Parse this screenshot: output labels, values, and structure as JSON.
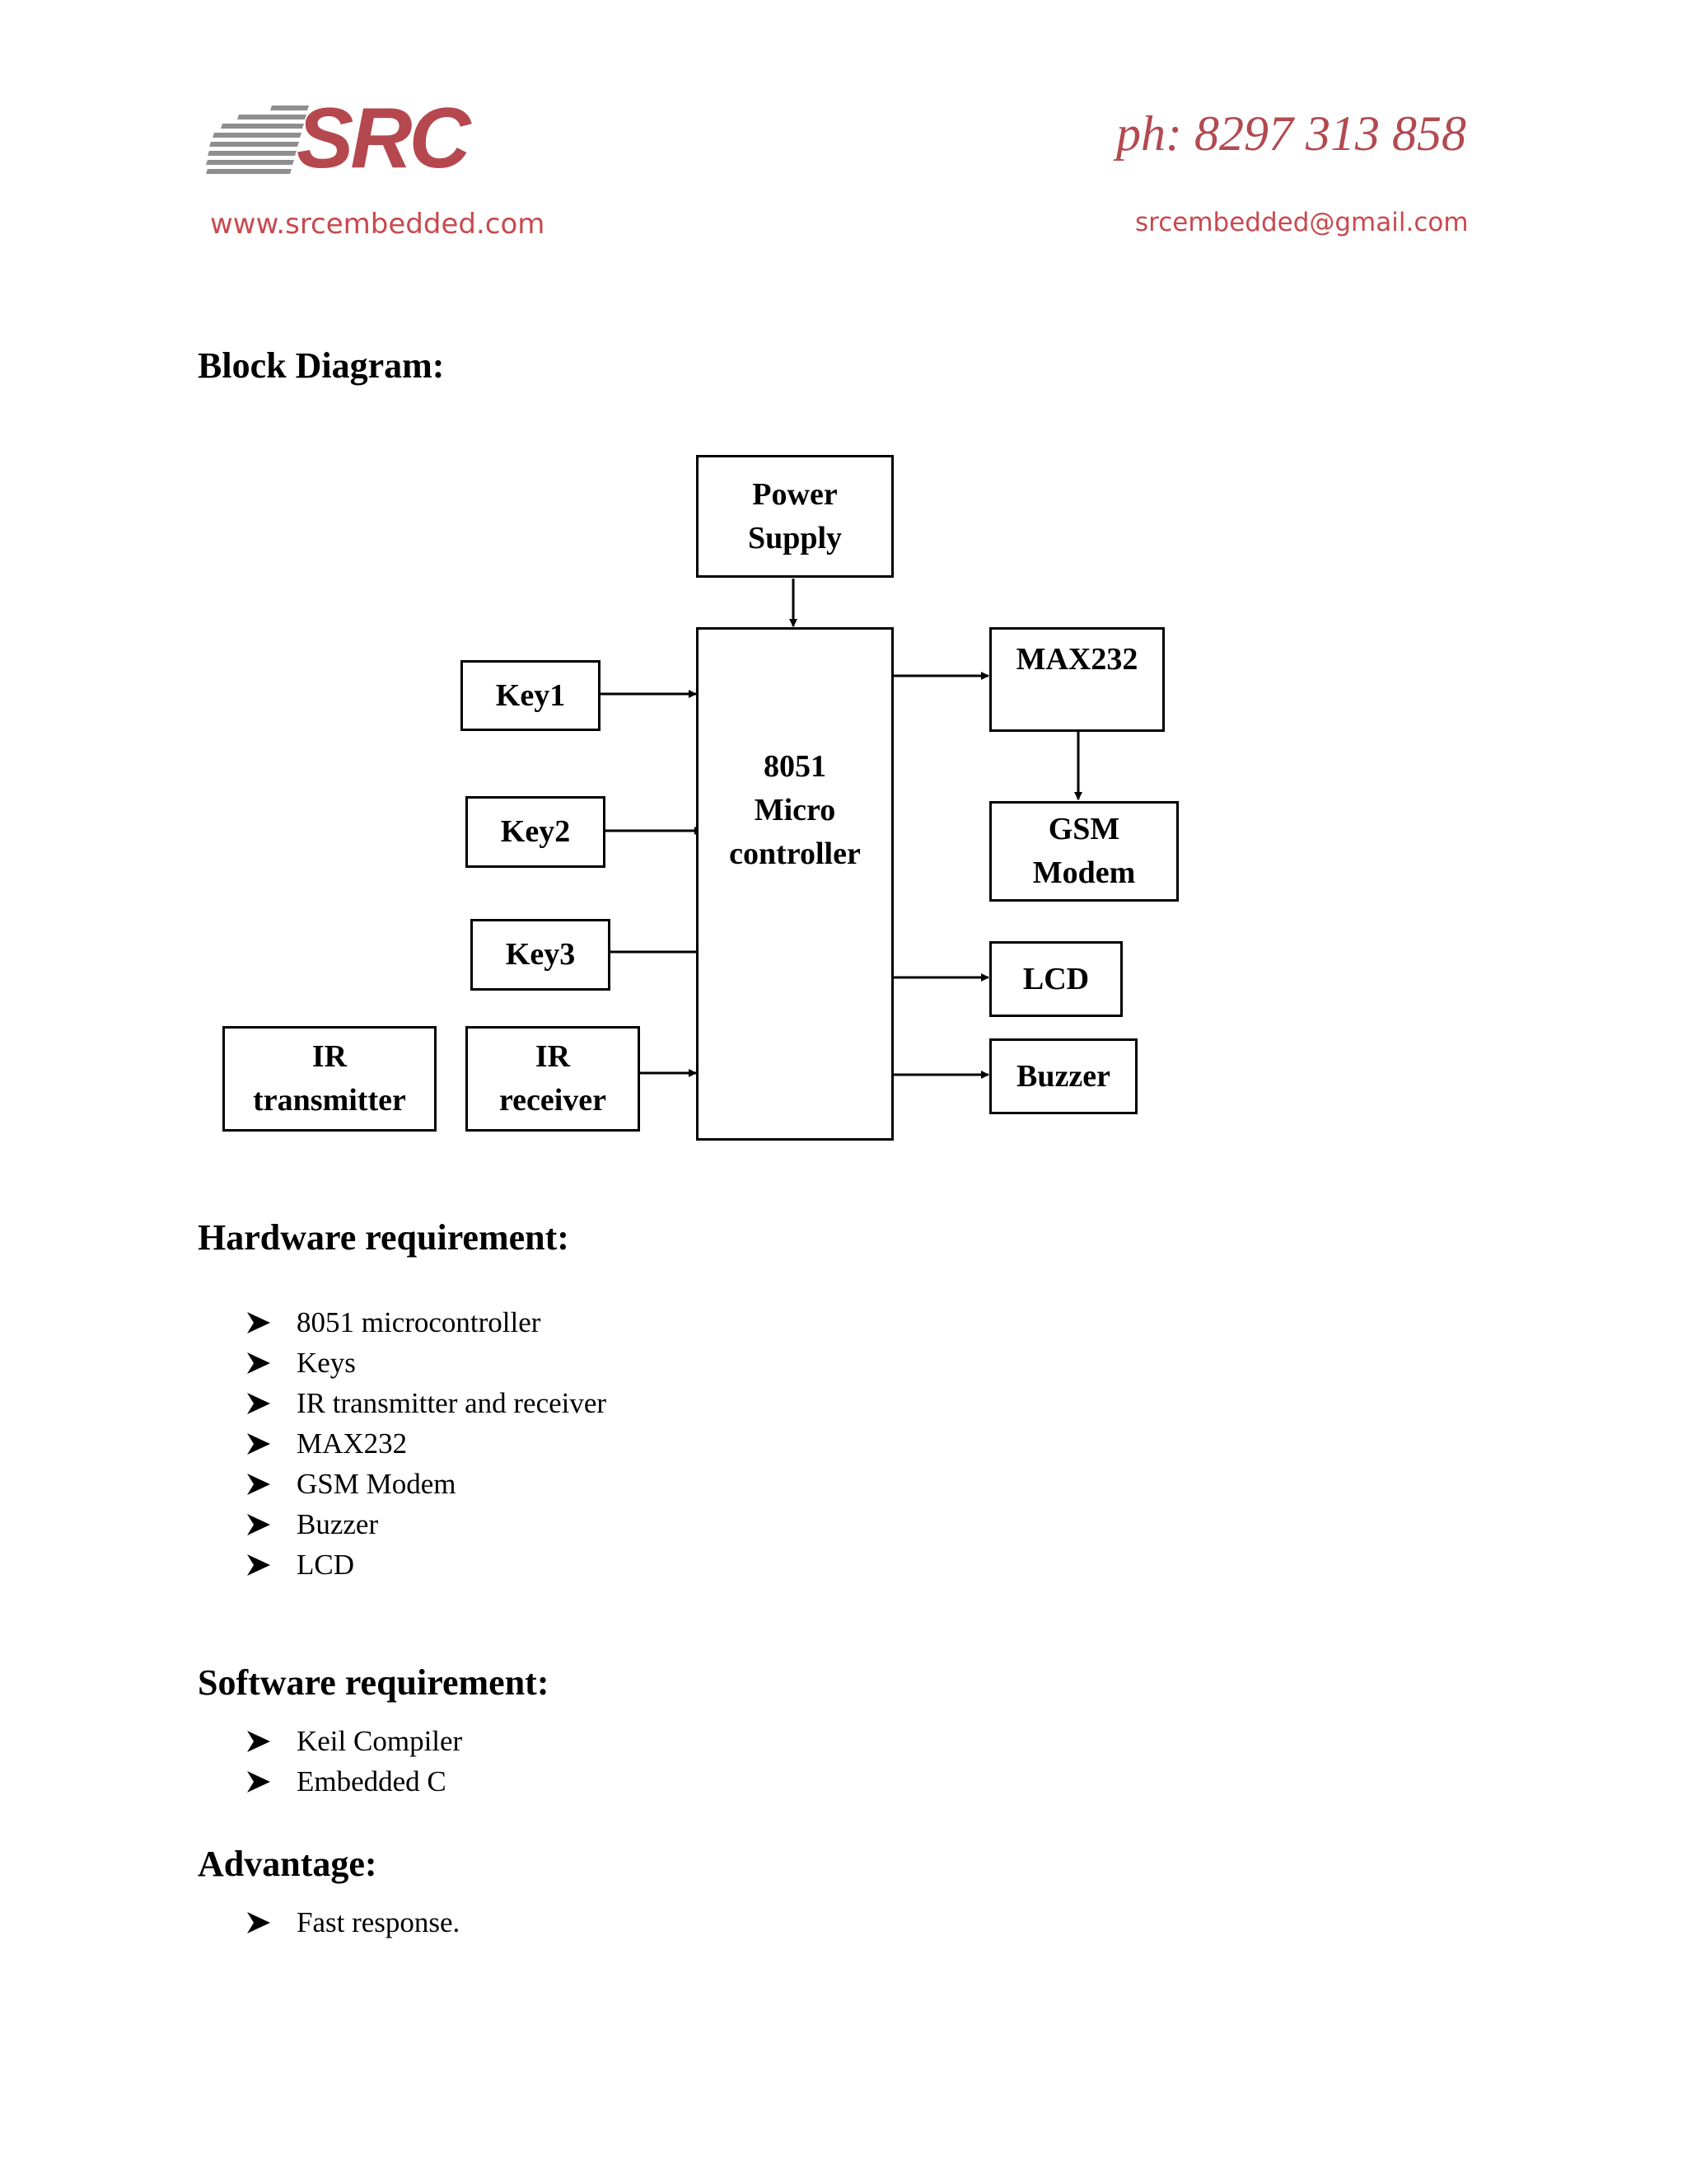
{
  "header": {
    "logo_text": "SRC",
    "website": "www.srcembedded.com",
    "phone": "ph: 8297 313 858",
    "email": "srcembedded@gmail.com",
    "brand_color": "#b5484e"
  },
  "block_diagram": {
    "heading": "Block Diagram:",
    "blocks": {
      "power_supply": [
        "Power",
        "Supply"
      ],
      "microcontroller": [
        "8051",
        "Micro",
        "controller"
      ],
      "key1": [
        "Key1"
      ],
      "key2": [
        "Key2"
      ],
      "key3": [
        "Key3"
      ],
      "ir_transmitter": [
        "IR",
        "transmitter"
      ],
      "ir_receiver": [
        "IR",
        "receiver"
      ],
      "max232": [
        "MAX232"
      ],
      "gsm_modem": [
        "GSM",
        "Modem"
      ],
      "lcd": [
        "LCD"
      ],
      "buzzer": [
        "Buzzer"
      ]
    }
  },
  "hardware": {
    "heading": "Hardware requirement:",
    "items": [
      "8051 microcontroller",
      "Keys",
      "IR transmitter and receiver",
      "MAX232",
      "GSM Modem",
      "Buzzer",
      "LCD"
    ]
  },
  "software": {
    "heading": "Software requirement:",
    "items": [
      "Keil Compiler",
      "Embedded C"
    ]
  },
  "advantage": {
    "heading": "Advantage:",
    "items": [
      "Fast response."
    ]
  }
}
